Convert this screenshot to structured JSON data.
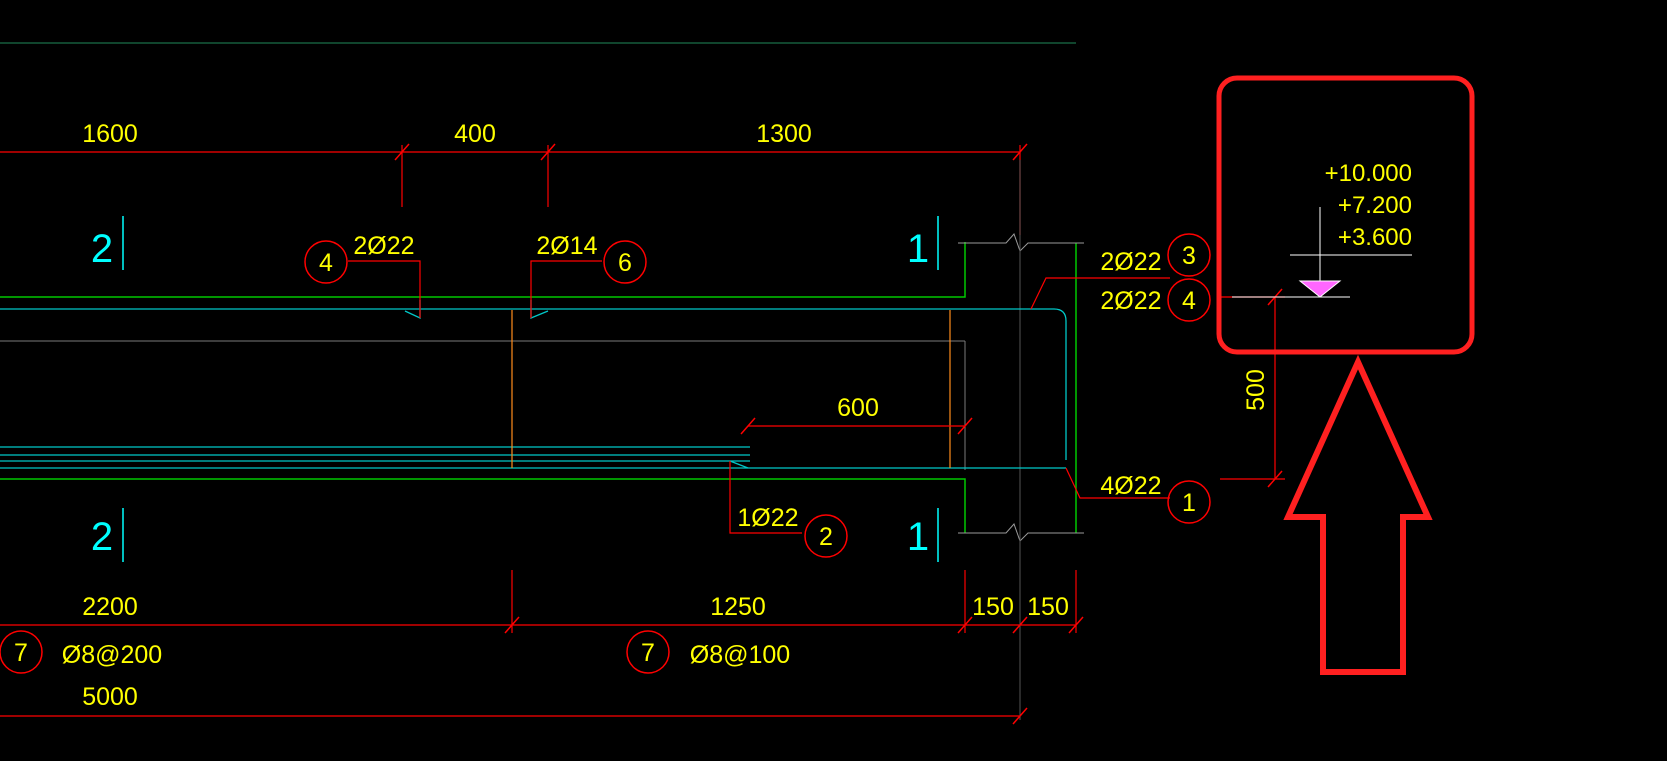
{
  "colors": {
    "background": "#000000",
    "dimension_text": "#ffff00",
    "dimension_line": "#ff0000",
    "section_mark": "#00ffff",
    "beam_outline": "#00c800",
    "rebar": "#00c8c8",
    "stirrup": "#ff8c1a",
    "highlight": "#ff2020",
    "level_marker": "#ff66ff"
  },
  "dims_top": {
    "d1600": "1600",
    "d400": "400",
    "d1300": "1300"
  },
  "dims_mid": {
    "d600": "600",
    "d500": "500"
  },
  "dims_bottom": {
    "d2200": "2200",
    "d1250": "1250",
    "d150a": "150",
    "d150b": "150",
    "d5000": "5000"
  },
  "sections": {
    "s2_top": "2",
    "s2_bot": "2",
    "s1_top": "1",
    "s1_bot": "1"
  },
  "rebar_labels": {
    "r4_top": {
      "bar": "2Ø22",
      "num": "4"
    },
    "r6": {
      "bar": "2Ø14",
      "num": "6"
    },
    "r3": {
      "bar": "2Ø22",
      "num": "3"
    },
    "r4_right": {
      "bar": "2Ø22",
      "num": "4"
    },
    "r1": {
      "bar": "4Ø22",
      "num": "1"
    },
    "r2": {
      "bar": "1Ø22",
      "num": "2"
    },
    "s7_left": {
      "bar": "Ø8@200",
      "num": "7"
    },
    "s7_right": {
      "bar": "Ø8@100",
      "num": "7"
    }
  },
  "levels": {
    "l1": "+10.000",
    "l2": "+7.200",
    "l3": "+3.600"
  }
}
